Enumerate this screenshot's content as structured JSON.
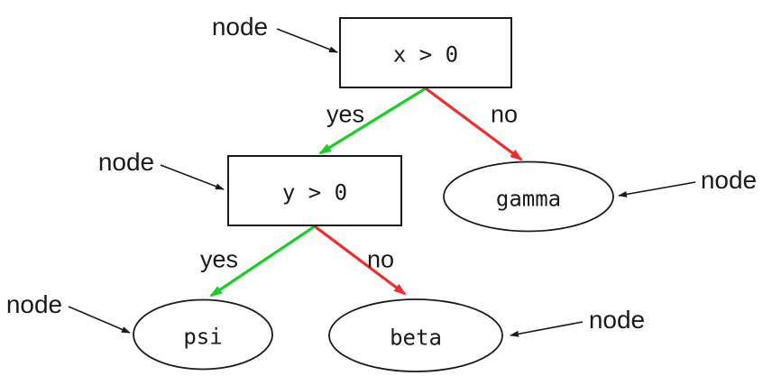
{
  "diagram_type": "binary decision tree",
  "colors": {
    "yes_edge": "#17cf27",
    "no_edge": "#ee2d2d",
    "outline": "#1a1a1a",
    "background": "#ffffff"
  },
  "nodes": [
    {
      "id": "root",
      "shape": "box",
      "label": "x > 0"
    },
    {
      "id": "y-check",
      "shape": "box",
      "label": "y > 0"
    },
    {
      "id": "gamma",
      "shape": "ellipse",
      "label": "gamma"
    },
    {
      "id": "psi",
      "shape": "ellipse",
      "label": "psi"
    },
    {
      "id": "beta",
      "shape": "ellipse",
      "label": "beta"
    }
  ],
  "edges": [
    {
      "from": "root",
      "to": "y-check",
      "label": "yes",
      "color": "green"
    },
    {
      "from": "root",
      "to": "gamma",
      "label": "no",
      "color": "red"
    },
    {
      "from": "y-check",
      "to": "psi",
      "label": "yes",
      "color": "green"
    },
    {
      "from": "y-check",
      "to": "beta",
      "label": "no",
      "color": "red"
    }
  ],
  "annotations": [
    {
      "label": "node",
      "target": "root"
    },
    {
      "label": "node",
      "target": "y-check"
    },
    {
      "label": "node",
      "target": "gamma"
    },
    {
      "label": "node",
      "target": "psi"
    },
    {
      "label": "node",
      "target": "beta"
    }
  ]
}
